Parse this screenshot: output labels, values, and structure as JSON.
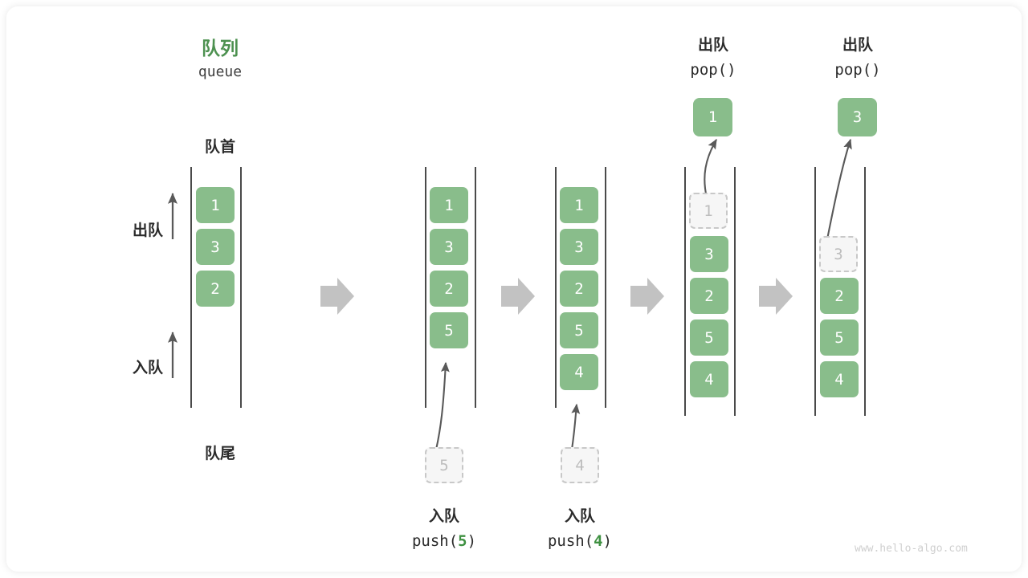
{
  "figure": {
    "title_cn": "队列",
    "title_en": "queue",
    "front_label": "队首",
    "rear_label": "队尾",
    "dequeue_label": "出队",
    "enqueue_label": "入队",
    "watermark": "www.hello-algo.com",
    "accent_green": "#89bd8b",
    "title_green": "#4d9150",
    "ghost_gray": "#c8c8c8",
    "flow_arrow_gray": "#c2c2c2"
  },
  "stages": [
    {
      "id": "initial",
      "cells": [
        "1",
        "3",
        "2"
      ],
      "ghost_index": null,
      "caption_cn": "",
      "caption_code": ""
    },
    {
      "id": "push-5",
      "cells": [
        "1",
        "3",
        "2",
        "5"
      ],
      "ghost_index": null,
      "incoming_value": "5",
      "caption_cn": "入队",
      "caption_code_prefix": "push(",
      "caption_code_value": "5",
      "caption_code_suffix": ")"
    },
    {
      "id": "push-4",
      "cells": [
        "1",
        "3",
        "2",
        "5",
        "4"
      ],
      "ghost_index": null,
      "incoming_value": "4",
      "caption_cn": "入队",
      "caption_code_prefix": "push(",
      "caption_code_value": "4",
      "caption_code_suffix": ")"
    },
    {
      "id": "pop-1",
      "cells": [
        "1",
        "3",
        "2",
        "5",
        "4"
      ],
      "ghost_index": 0,
      "popped_value": "1",
      "caption_cn": "出队",
      "caption_code": "pop()"
    },
    {
      "id": "pop-3",
      "cells": [
        "",
        "3",
        "2",
        "5",
        "4"
      ],
      "ghost_index": 1,
      "popped_value": "3",
      "caption_cn": "出队",
      "caption_code": "pop()"
    }
  ]
}
